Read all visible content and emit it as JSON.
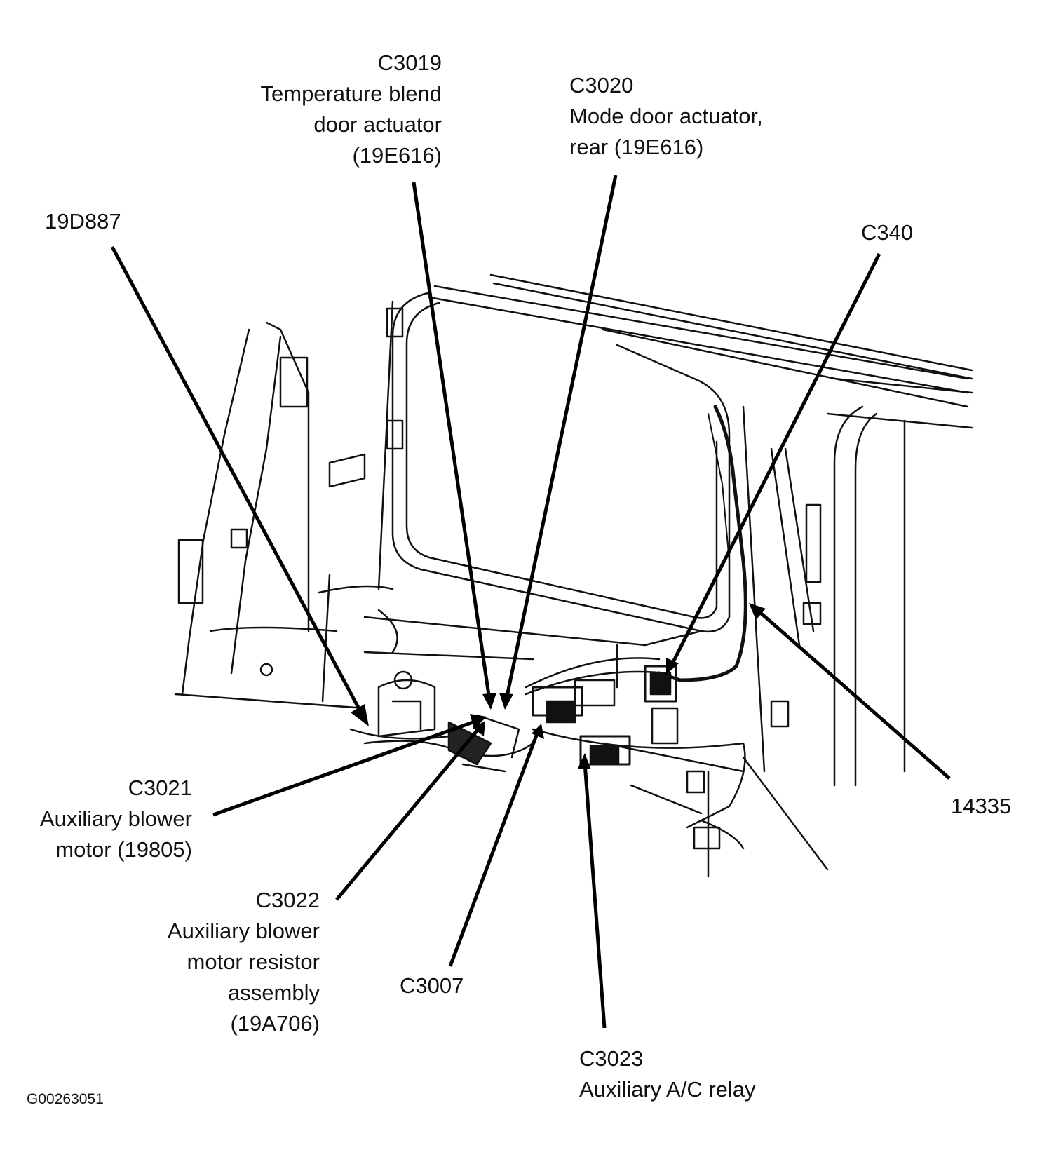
{
  "diagram": {
    "figure_id": "G00263051",
    "callouts": [
      {
        "id": "c3019",
        "lines": [
          "C3019",
          "Temperature blend",
          "door actuator",
          "(19E616)"
        ]
      },
      {
        "id": "c3020",
        "lines": [
          "C3020",
          "Mode door actuator,",
          "rear (19E616)"
        ]
      },
      {
        "id": "d887",
        "lines": [
          "19D887"
        ]
      },
      {
        "id": "c340",
        "lines": [
          "C340"
        ]
      },
      {
        "id": "c3021",
        "lines": [
          "C3021",
          "Auxiliary blower",
          "motor (19805)"
        ]
      },
      {
        "id": "n14335",
        "lines": [
          "14335"
        ]
      },
      {
        "id": "c3022",
        "lines": [
          "C3022",
          "Auxiliary blower",
          "motor resistor",
          "assembly",
          "(19A706)"
        ]
      },
      {
        "id": "c3007",
        "lines": [
          "C3007"
        ]
      },
      {
        "id": "c3023",
        "lines": [
          "C3023",
          "Auxiliary A/C relay"
        ]
      }
    ]
  }
}
